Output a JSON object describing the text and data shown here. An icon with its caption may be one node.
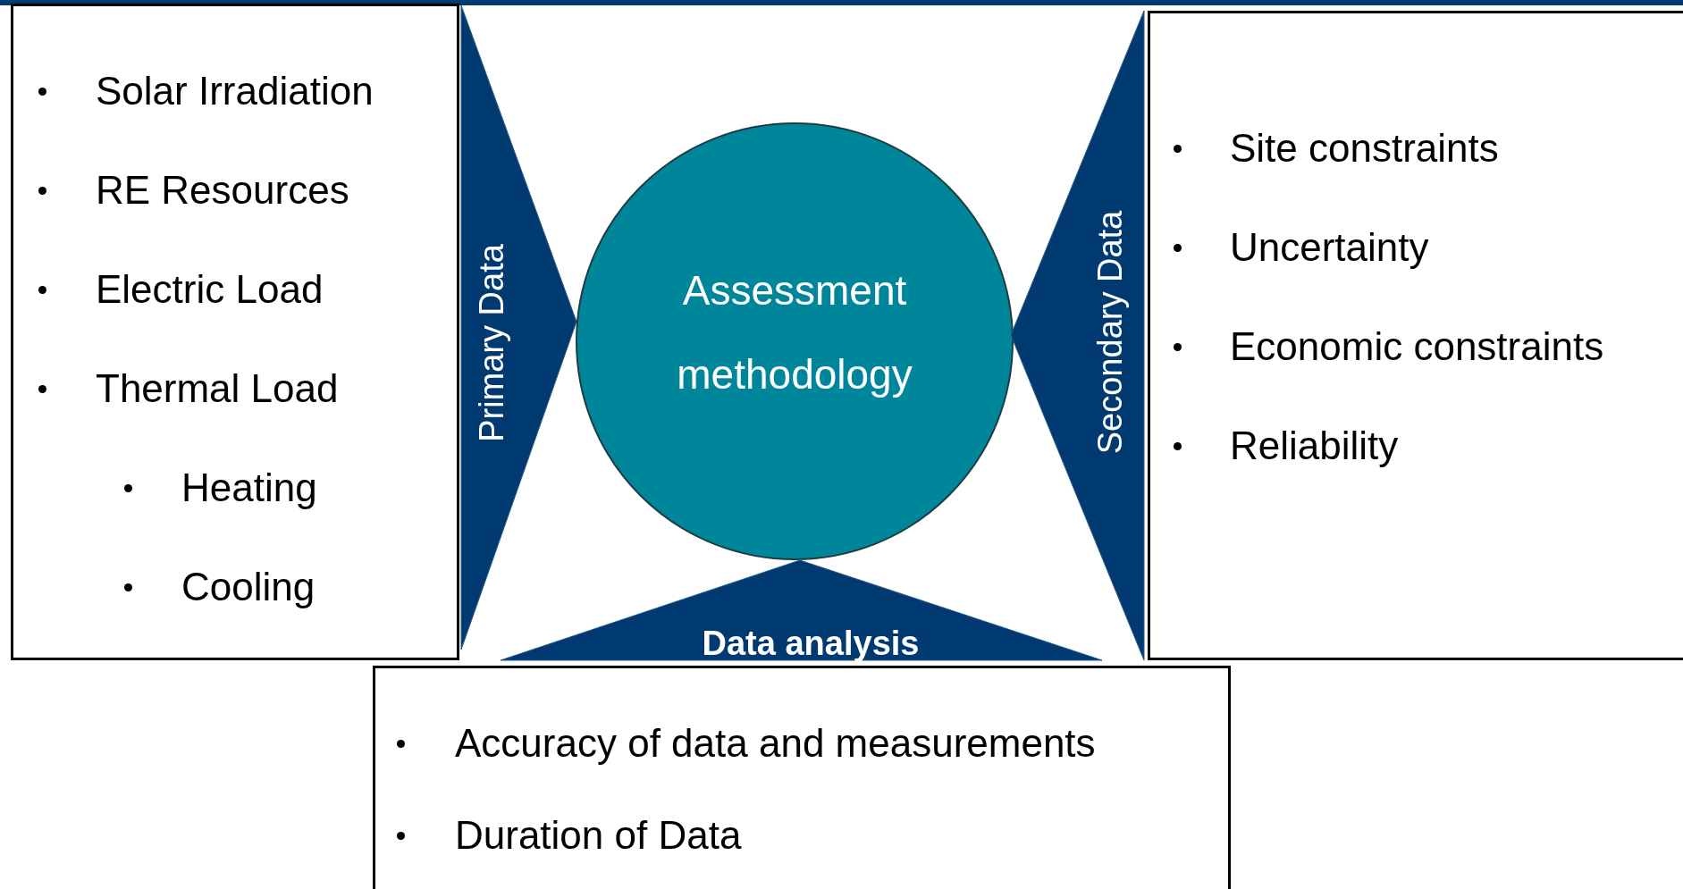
{
  "diagram": {
    "nodes": [
      {
        "text": [
          "Solar Irradiation",
          "RE Resources",
          "Electric Load",
          "Thermal Load",
          "Heating",
          "Cooling"
        ]
      },
      {
        "text": [
          "Primary Data"
        ]
      },
      {
        "text": [
          "Assessment methodology"
        ]
      },
      {
        "text": [
          "Secondary Data"
        ]
      },
      {
        "text": [
          "Site constraints",
          "Uncertainty",
          "Economic constraints",
          "Reliability"
        ]
      },
      {
        "text": [
          "Data analysis"
        ]
      },
      {
        "text": [
          "Accuracy of data and measurements",
          "Duration of Data"
        ]
      }
    ]
  }
}
